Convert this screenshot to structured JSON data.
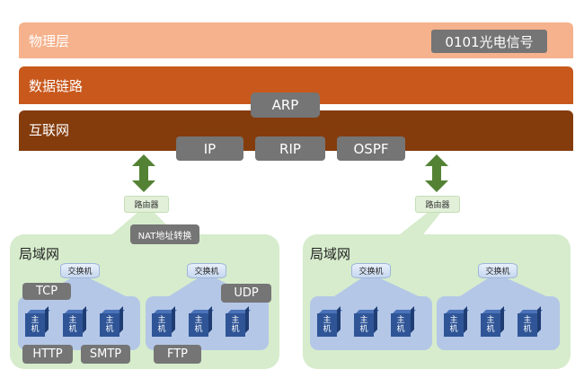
{
  "layers": {
    "physical": "物理层",
    "physical_tag": "0101光电信号",
    "datalink": "数据链路",
    "datalink_tag": "ARP",
    "internet": "互联网",
    "internet_protocols": [
      "IP",
      "RIP",
      "OSPF"
    ]
  },
  "routers": {
    "left": "路由器",
    "right": "路由器"
  },
  "nat": "NAT地址转换",
  "lan_left": {
    "title": "局域网",
    "switches": [
      "交换机",
      "交换机"
    ],
    "protocols": {
      "tcp": "TCP",
      "udp": "UDP",
      "http": "HTTP",
      "smtp": "SMTP",
      "ftp": "FTP"
    }
  },
  "lan_right": {
    "title": "局域网",
    "switches": [
      "交换机",
      "交换机"
    ]
  },
  "host_label": {
    "line1": "主",
    "line2": "机"
  },
  "colors": {
    "physical": "#f5b28c",
    "datalink": "#c8581c",
    "internet": "#843c0c",
    "arrow": "#548235",
    "lan": "#d6eccc",
    "subnet": "#b4c7e7",
    "host": "#2f5597"
  }
}
